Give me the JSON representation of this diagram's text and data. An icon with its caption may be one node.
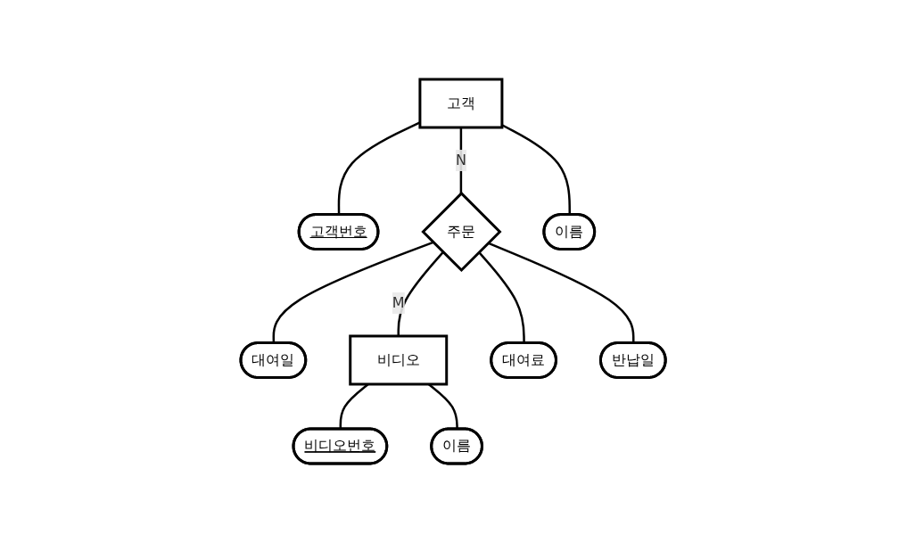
{
  "diagram": {
    "nodes": [
      {
        "text": [
          "고객번호"
        ]
      },
      {
        "text": [
          "대여일"
        ]
      },
      {
        "text": [
          "비디오번호"
        ]
      },
      {
        "text": [
          "고객"
        ]
      },
      {
        "text": [
          "주문"
        ]
      },
      {
        "text": [
          "비디오"
        ]
      },
      {
        "text": [
          "이름"
        ]
      },
      {
        "text": [
          "대여료"
        ]
      },
      {
        "text": [
          "반납일"
        ]
      },
      {
        "text": [
          "이름"
        ]
      }
    ],
    "edges": [
      {
        "from": 3,
        "to": 0,
        "arrow": "none"
      },
      {
        "from": 4,
        "to": 1,
        "arrow": "none"
      },
      {
        "from": 5,
        "to": 2,
        "arrow": "none"
      },
      {
        "from": 3,
        "to": 4,
        "arrow": "none",
        "label": "N"
      },
      {
        "from": 4,
        "to": 5,
        "arrow": "none",
        "label": "M"
      },
      {
        "from": 3,
        "to": 6,
        "arrow": "none"
      },
      {
        "from": 4,
        "to": 7,
        "arrow": "none"
      },
      {
        "from": 4,
        "to": 8,
        "arrow": "none"
      },
      {
        "from": 5,
        "to": 9,
        "arrow": "none"
      }
    ]
  }
}
